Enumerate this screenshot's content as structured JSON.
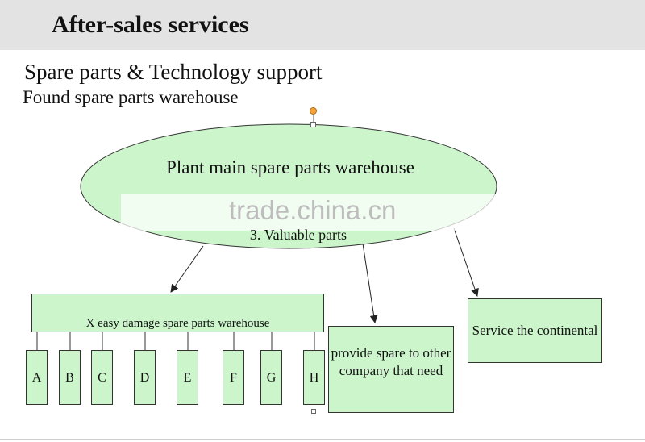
{
  "header": {
    "title": "After-sales services"
  },
  "subtitle": "Spare parts & Technology support",
  "subtitle2": "Found spare parts warehouse",
  "main": {
    "label": "Plant main spare parts warehouse",
    "sub_label": "3. Valuable parts"
  },
  "watermark": "trade.china.cn",
  "x_warehouse": {
    "label": "X easy damage spare parts warehouse"
  },
  "sub_boxes": [
    "A",
    "B",
    "C",
    "D",
    "E",
    "F",
    "G",
    "H"
  ],
  "provide": {
    "label": "provide spare to other company that need"
  },
  "service": {
    "label": "Service the continental"
  },
  "colors": {
    "box_fill": "#ccf5cc",
    "header_bg": "#e3e3e3"
  }
}
